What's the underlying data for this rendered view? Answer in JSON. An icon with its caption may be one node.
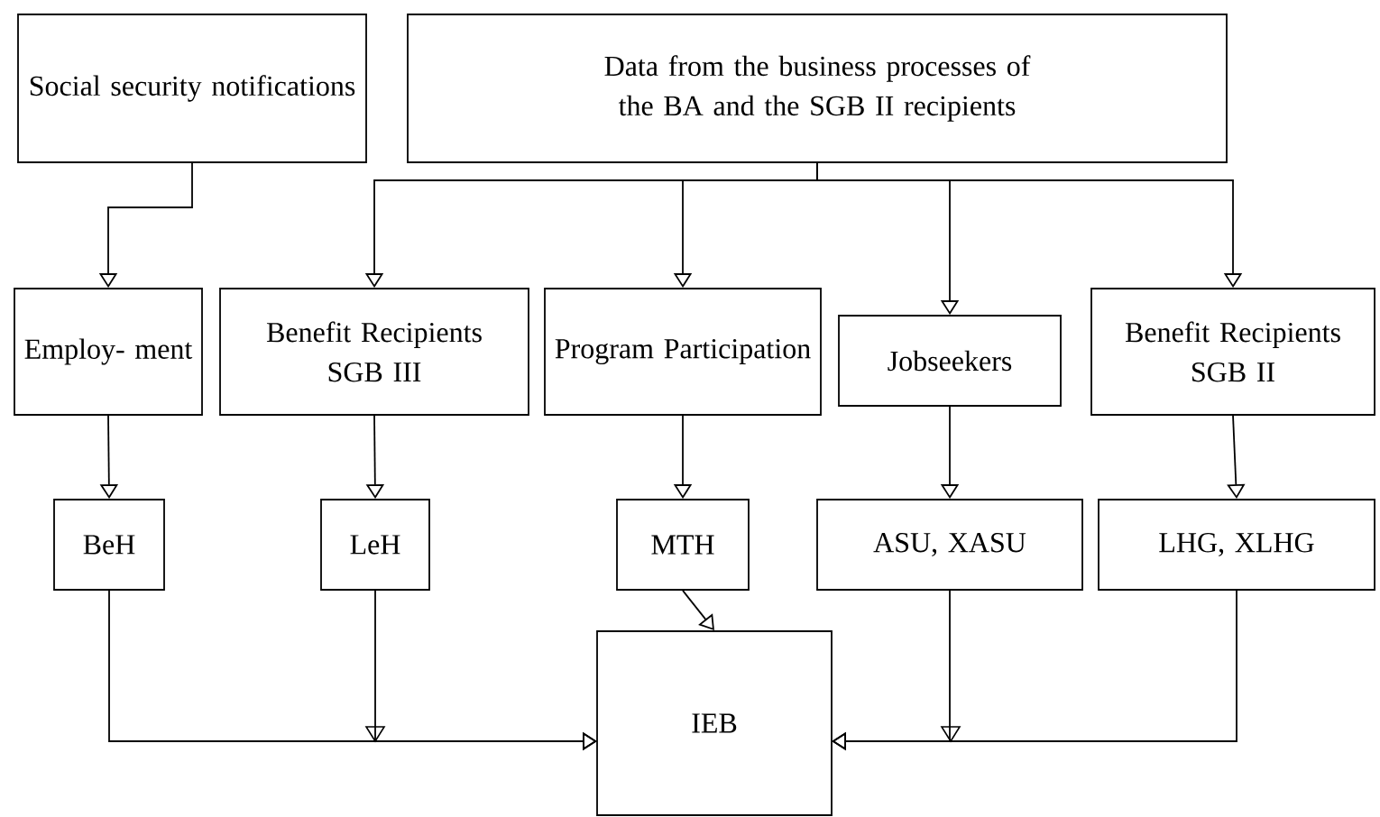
{
  "diagram": {
    "nodes": [
      {
        "text": [
          "Social security notifications"
        ]
      },
      {
        "text": [
          "Data from the business processes of the BA and the SGB II recipients"
        ]
      },
      {
        "text": [
          "Employ- ment"
        ]
      },
      {
        "text": [
          "Benefit Recipients SGB III"
        ]
      },
      {
        "text": [
          "Program Participation"
        ]
      },
      {
        "text": [
          "Jobseekers"
        ]
      },
      {
        "text": [
          "Benefit Recipients SGB II"
        ]
      },
      {
        "text": [
          "BeH"
        ]
      },
      {
        "text": [
          "LeH"
        ]
      },
      {
        "text": [
          "MTH"
        ]
      },
      {
        "text": [
          "ASU, XASU"
        ]
      },
      {
        "text": [
          "LHG, XLHG"
        ]
      },
      {
        "text": [
          "IEB"
        ]
      }
    ],
    "edges": [
      {
        "from": 0,
        "to": 2,
        "arrow": "to"
      },
      {
        "from": 1,
        "to": 3,
        "arrow": "to"
      },
      {
        "from": 1,
        "to": 4,
        "arrow": "to"
      },
      {
        "from": 1,
        "to": 5,
        "arrow": "to"
      },
      {
        "from": 1,
        "to": 6,
        "arrow": "to"
      },
      {
        "from": 2,
        "to": 7,
        "arrow": "to"
      },
      {
        "from": 3,
        "to": 8,
        "arrow": "to"
      },
      {
        "from": 4,
        "to": 9,
        "arrow": "to"
      },
      {
        "from": 5,
        "to": 10,
        "arrow": "to"
      },
      {
        "from": 6,
        "to": 11,
        "arrow": "to"
      },
      {
        "from": 7,
        "to": 12,
        "arrow": "to"
      },
      {
        "from": 8,
        "to": 12,
        "arrow": "to"
      },
      {
        "from": 9,
        "to": 12,
        "arrow": "to"
      },
      {
        "from": 10,
        "to": 12,
        "arrow": "to"
      },
      {
        "from": 11,
        "to": 12,
        "arrow": "to"
      }
    ]
  }
}
